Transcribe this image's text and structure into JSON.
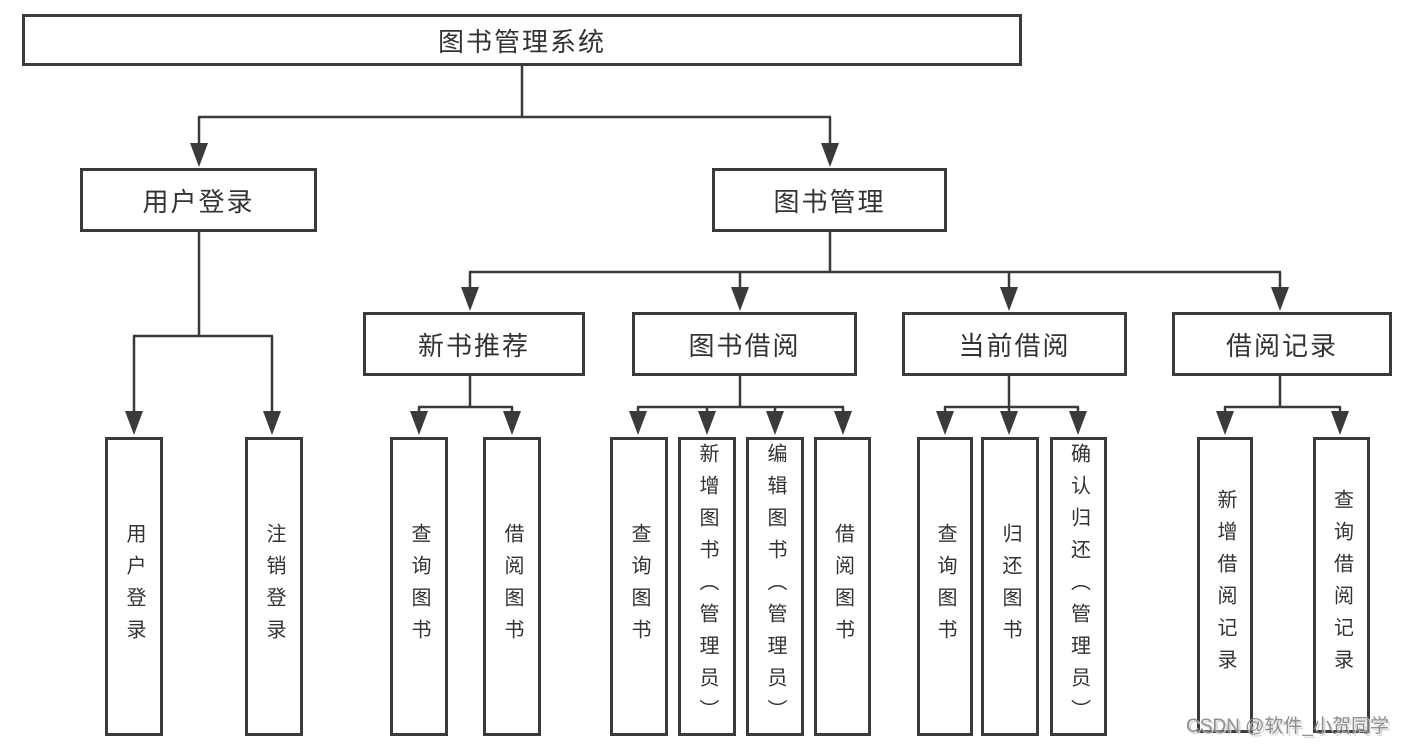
{
  "diagram": {
    "root": {
      "label": "图书管理系统"
    },
    "branches": [
      {
        "label": "用户登录",
        "children": [
          {
            "label": "用户登录"
          },
          {
            "label": "注销登录"
          }
        ]
      },
      {
        "label": "图书管理",
        "children": [
          {
            "label": "新书推荐",
            "children": [
              {
                "label": "查询图书"
              },
              {
                "label": "借阅图书"
              }
            ]
          },
          {
            "label": "图书借阅",
            "children": [
              {
                "label": "查询图书"
              },
              {
                "label": "新增图书（管理员）"
              },
              {
                "label": "编辑图书（管理员）"
              },
              {
                "label": "借阅图书"
              }
            ]
          },
          {
            "label": "当前借阅",
            "children": [
              {
                "label": "查询图书"
              },
              {
                "label": "归还图书"
              },
              {
                "label": "确认归还（管理员）"
              }
            ]
          },
          {
            "label": "借阅记录",
            "children": [
              {
                "label": "新增借阅记录"
              },
              {
                "label": "查询借阅记录"
              }
            ]
          }
        ]
      }
    ]
  },
  "watermark": {
    "text": "CSDN @软件_小贺同学"
  },
  "colors": {
    "line": "#3a3a3a",
    "box_border": "#3a3a3a",
    "box_fill": "#ffffff",
    "text": "#333333",
    "background": "#ffffff",
    "watermark_text": "#8f8f8f"
  }
}
